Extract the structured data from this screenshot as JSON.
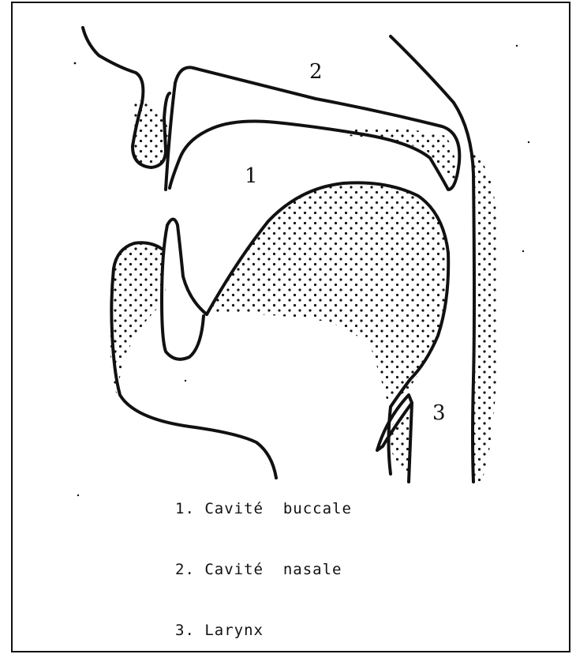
{
  "figure": {
    "labels": [
      "2",
      "1",
      "3"
    ],
    "legend": [
      "1. Cavité  buccale",
      "2. Cavité  nasale",
      "3. Larynx"
    ],
    "stroke_color": "#111111",
    "stipple_color": "#111111",
    "background_color": "#ffffff"
  }
}
